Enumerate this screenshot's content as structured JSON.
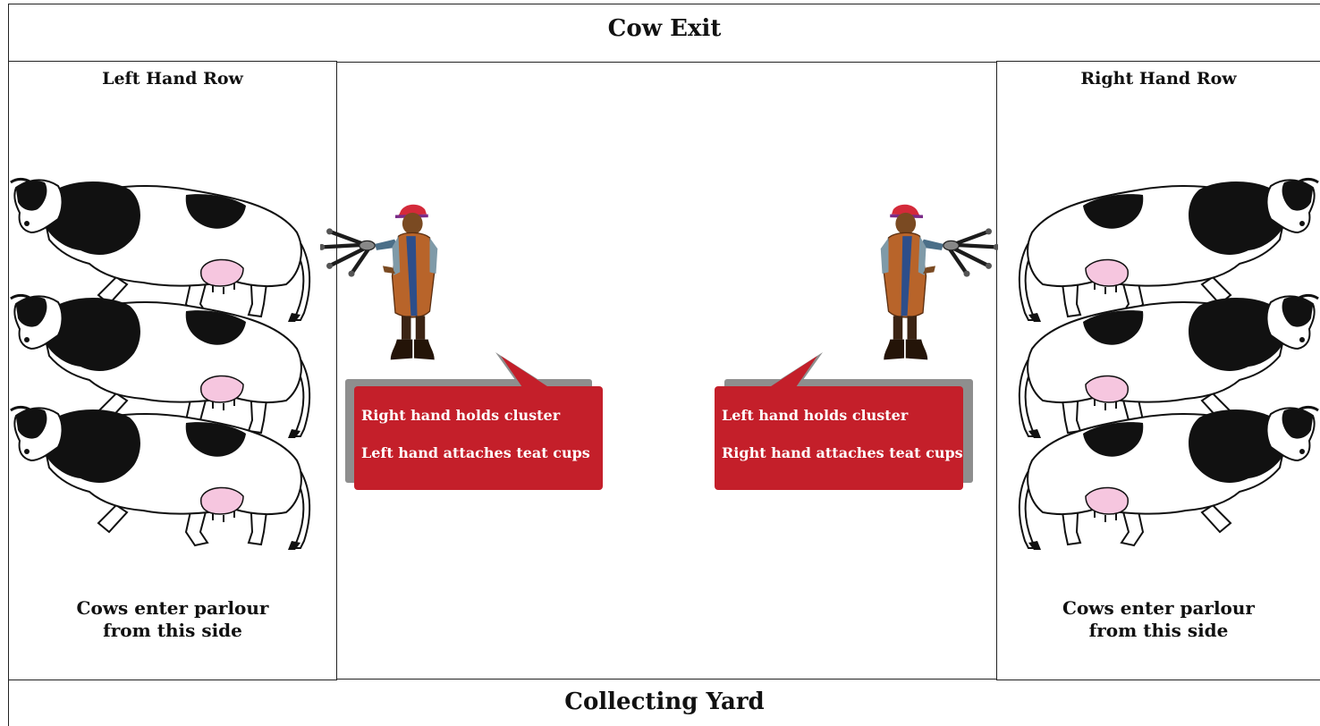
{
  "diagram": {
    "top_label": "Cow Exit",
    "bottom_label": "Collecting Yard",
    "left_row": {
      "title": "Left Hand Row",
      "note_line1": "Cows enter parlour",
      "note_line2": "from this side"
    },
    "right_row": {
      "title": "Right Hand Row",
      "note_line1": "Cows enter parlour",
      "note_line2": "from this side"
    },
    "left_operator": {
      "line1": "Right hand holds cluster",
      "line2": "Left hand attaches teat cups"
    },
    "right_operator": {
      "line1": "Left hand holds cluster",
      "line2": "Right hand attaches teat cups"
    }
  },
  "colors": {
    "callout_red": "#c41f2a",
    "callout_shadow": "#8e8e8e",
    "udder_pink": "#f6c6df",
    "coat_brown": "#b8642a",
    "cap_red": "#d42a3a"
  },
  "icons": [
    "cow-icon",
    "milker-icon",
    "milking-cluster-icon"
  ]
}
